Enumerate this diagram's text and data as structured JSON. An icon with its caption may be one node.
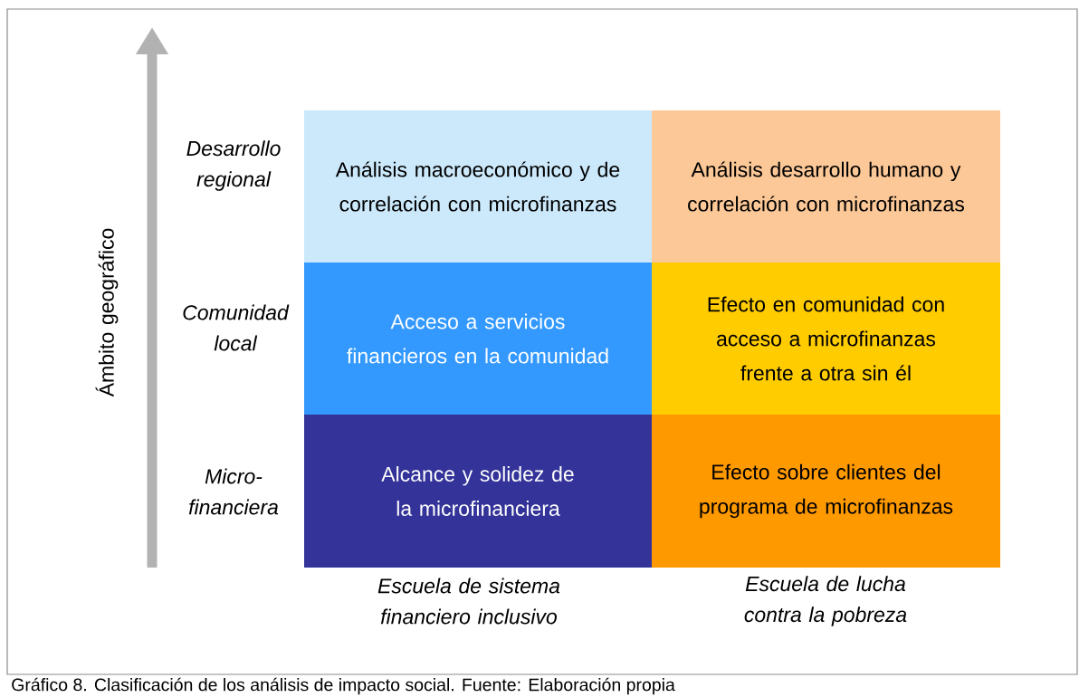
{
  "diagram": {
    "caption": "Gráfico 8. Clasificación de los análisis de impacto social. Fuente: Elaboración propia",
    "nodes": [
      {
        "text": [
          "Análisis macroeconómico y de correlación con microfinanzas"
        ]
      },
      {
        "text": [
          "Análisis desarrollo humano y correlación con microfinanzas"
        ]
      },
      {
        "text": [
          "Acceso a servicios financieros en la comunidad"
        ]
      },
      {
        "text": [
          "Efecto en comunidad con acceso a microfinanzas frente a otra sin él"
        ]
      },
      {
        "text": [
          "Alcance y solidez de la microfinanciera"
        ]
      },
      {
        "text": [
          "Efecto sobre clientes del programa de microfinanzas"
        ]
      }
    ],
    "labels": [
      "Ámbito geográfico",
      "Desarrollo regional",
      "Comunidad local",
      "Micro- financiera",
      "Escuela de sistema financiero inclusivo",
      "Escuela de lucha contra la pobreza"
    ]
  }
}
